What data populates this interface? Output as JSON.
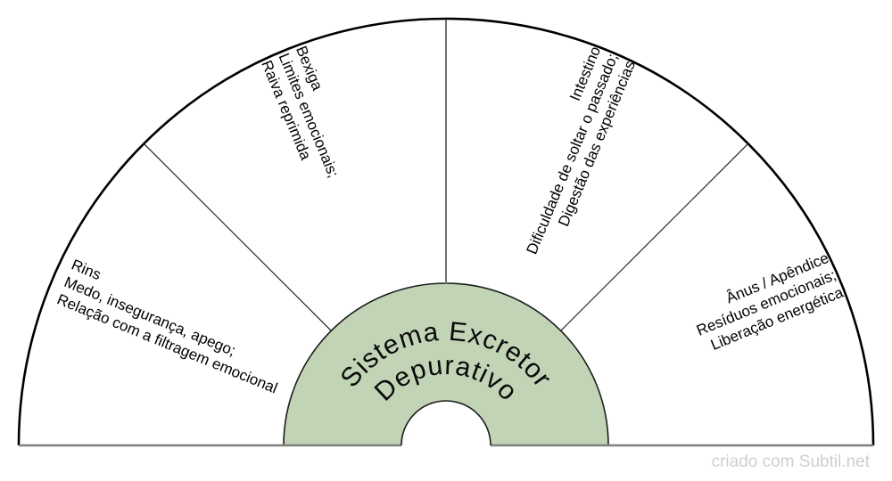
{
  "chart": {
    "type": "semicircular-pendulum-chart",
    "center_label": {
      "line1": "Sistema Excretor",
      "line2": "Depurativo"
    },
    "sectors": [
      {
        "organ": "Rins",
        "line2": "Medo, insegurança, apego;",
        "line3": "Relação com a filtragem emocional"
      },
      {
        "organ": "Bexiga",
        "line2": "Limites emocionais;",
        "line3": "Raiva reprimida"
      },
      {
        "organ": "Intestino",
        "line2": "Dificuldade de soltar o passado;",
        "line3": "Digestão das experiências"
      },
      {
        "organ": "Ânus / Apêndice",
        "line2": "Resíduos emocionais;",
        "line3": "Liberação energética"
      }
    ],
    "colors": {
      "center_fill": "#c2d4b6",
      "outline": "#000000",
      "divider": "#1a1a1a",
      "vertical_divider": "#6f6f6f",
      "baseline": "#808080",
      "watermark": "#cfcfcf",
      "text": "#000000"
    }
  },
  "footer": {
    "watermark": "criado com Subtil.net"
  }
}
